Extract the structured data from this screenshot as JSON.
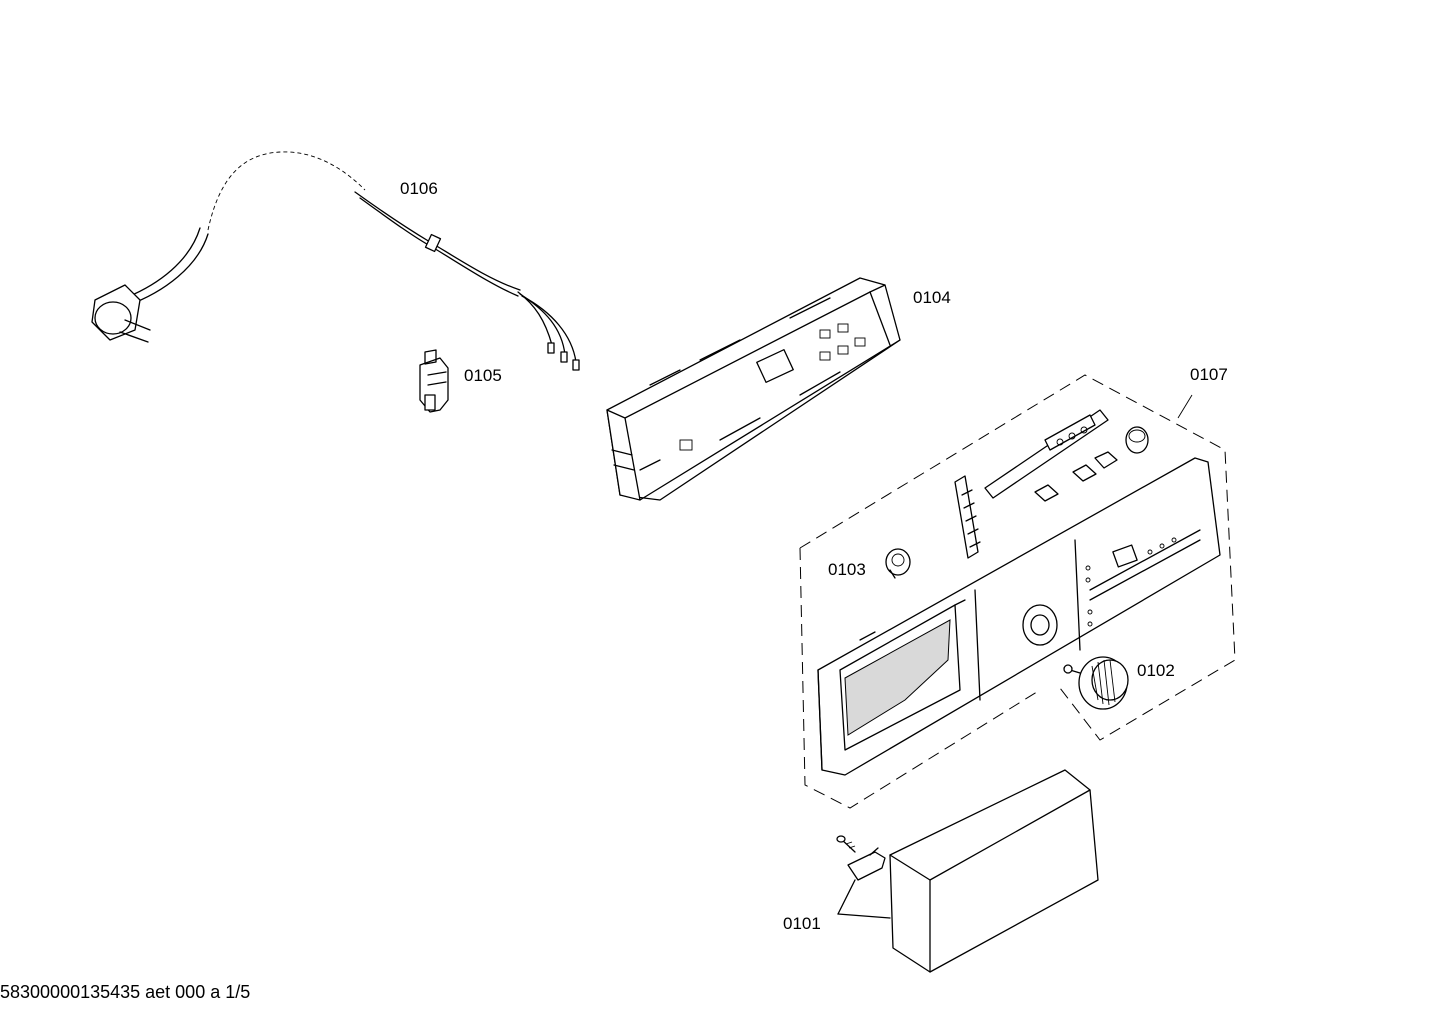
{
  "diagram": {
    "labels": {
      "p0101": "0101",
      "p0102": "0102",
      "p0103": "0103",
      "p0104": "0104",
      "p0105": "0105",
      "p0106": "0106",
      "p0107": "0107"
    },
    "footer": "58300000135435 aet 000 a 1/5"
  }
}
